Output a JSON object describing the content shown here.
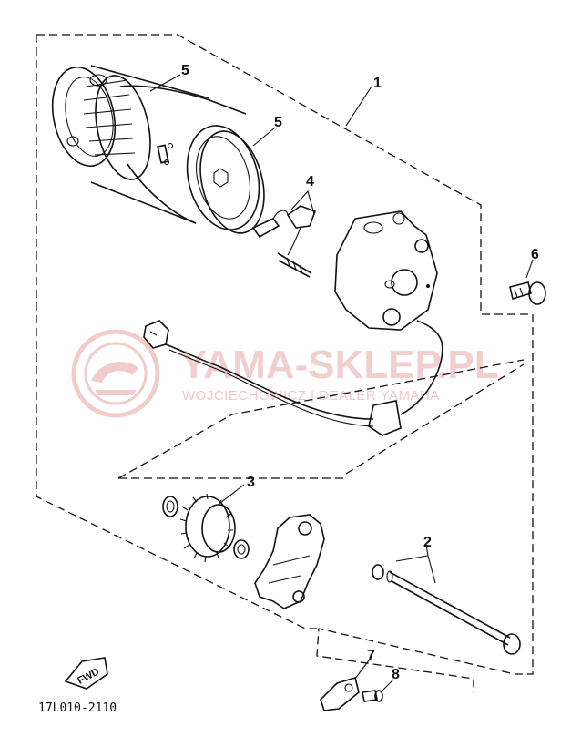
{
  "diagram": {
    "part_labels": {
      "p1": "1",
      "p2": "2",
      "p3": "3",
      "p4": "4",
      "p5a": "5",
      "p5b": "5",
      "p6": "6",
      "p7": "7",
      "p8": "8"
    },
    "drawing_code": "17L010-2110",
    "fwd_label": "FWD"
  },
  "watermark": {
    "title": "YAMA-SKLEP.PL",
    "subtitle": "WOJCIECHOWICZ | DEALER YAMAHA",
    "color": "#e9a9a9"
  }
}
